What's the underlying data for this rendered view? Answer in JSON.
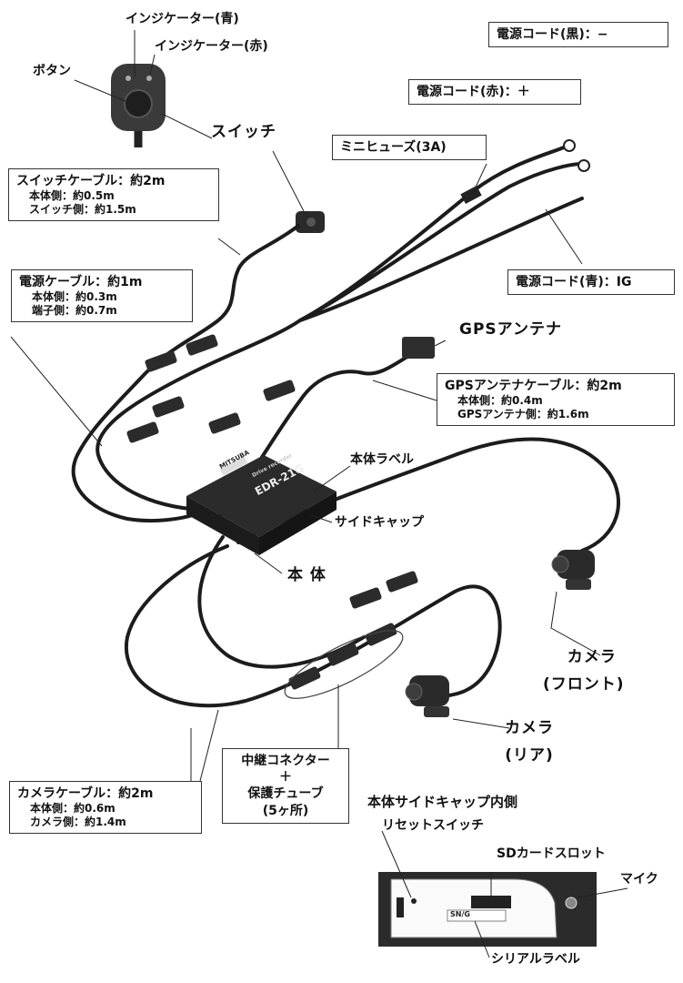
{
  "labels": {
    "indicator_blue": "インジケーター(青)",
    "indicator_red": "インジケーター(赤)",
    "button": "ボタン",
    "switch": "スイッチ",
    "switch_cable": {
      "title": "スイッチケーブル：約2m",
      "lines": [
        "本体側：約0.5m",
        "スイッチ側：約1.5m"
      ]
    },
    "power_cable": {
      "title": "電源ケーブル：約1m",
      "lines": [
        "本体側：約0.3m",
        "端子側：約0.7m"
      ]
    },
    "power_black": "電源コード(黒)：−",
    "power_red": "電源コード(赤)：＋",
    "mini_fuse": "ミニヒューズ(3A)",
    "power_blue": "電源コード(青)：IG",
    "gps_antenna": "GPSアンテナ",
    "gps_cable": {
      "title": "GPSアンテナケーブル：約2m",
      "lines": [
        "本体側：約0.4m",
        "GPSアンテナ側：約1.6m"
      ]
    },
    "body_label": "本体ラベル",
    "side_cap": "サイドキャップ",
    "main_body": "本 体",
    "camera_front": [
      "カメラ",
      "(フロント)"
    ],
    "camera_rear": [
      "カメラ",
      "(リア)"
    ],
    "relay": [
      "中継コネクター",
      "＋",
      "保護チューブ",
      "(5ヶ所)"
    ],
    "camera_cable": {
      "title": "カメラケーブル：約2m",
      "lines": [
        "本体側：約0.6m",
        "カメラ側：約1.4m"
      ]
    },
    "inner_title": "本体サイドキャップ内側",
    "reset_switch": "リセットスイッチ",
    "sd_slot": "SDカードスロット",
    "mic": "マイク",
    "serial_label": "シリアルラベル"
  },
  "device": {
    "brand": "MITSUBA",
    "subtitle": "Drive recorder",
    "model": "EDR-21G",
    "serial_text": "SN/G"
  }
}
